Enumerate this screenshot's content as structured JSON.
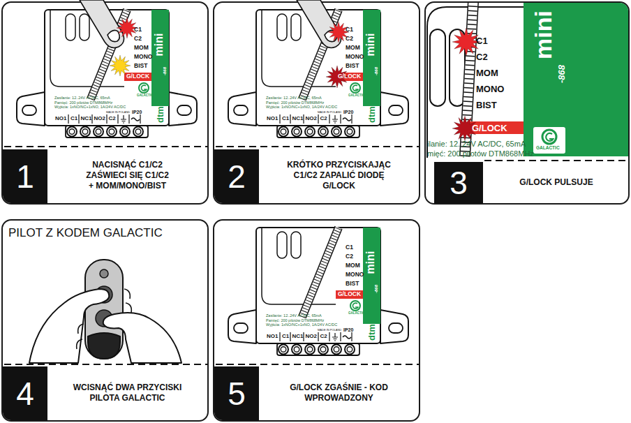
{
  "diagram": {
    "nodes": [
      {
        "text": [
          "NACISNĄĆ C1/C2 ZAŚWIECI SIĘ C1/C2 + MOM/MONO/BIST"
        ]
      },
      {
        "text": [
          "1"
        ],
        "in": 0
      },
      {
        "text": [
          "KRÓTKO PRZYCISKAJĄC C1/C2 ZAPALIĆ DIODĘ G/LOCK"
        ]
      },
      {
        "text": [
          "2"
        ],
        "in": 2
      },
      {
        "text": [
          "G/LOCK PULSUJE"
        ]
      },
      {
        "text": [
          "3"
        ],
        "in": 4
      },
      {
        "text": [
          "PILOT Z KODEM GALACTIC",
          "WCISNĄĆ DWA PRZYCISKI PILOTA GALACTIC"
        ]
      },
      {
        "text": [
          "4"
        ],
        "in": 6
      },
      {
        "text": [
          "G/LOCK ZGAŚNIE - KOD WPROWADZONY"
        ]
      },
      {
        "text": [
          "5"
        ],
        "in": 8
      }
    ],
    "labels": [
      "C1",
      "C2",
      "MOM",
      "MONO",
      "BIST",
      "G/LOCK",
      "mini",
      "-868",
      "GALACTIC",
      "Zasilanie: 12..24V AC/DC, 65mA",
      "Pamięć: 200 pilotów DTM868MHz",
      "Wyjścia: 1xNO/NC+1xNO, 1A/24V AC/DC",
      "MADE IN POLAND",
      "IP20",
      "NO1",
      "C1",
      "NC1",
      "NO2",
      "C2",
      "dtm",
      "C1",
      "C2",
      "MOM",
      "MONO",
      "BIST",
      "G/LOCK",
      "mini",
      "-868",
      "GALACTIC",
      "Zasilanie: 12..24V AC/DC, 65mA",
      "Pamięć: 200 pilotów DTM868MHz",
      "Wyjścia: 1xNO/NC+1xNO, 1A/24V AC/DC",
      "MADE IN POLAND",
      "IP20",
      "NO1",
      "C1",
      "NC1",
      "NO2",
      "C2",
      "dtm",
      "C1",
      "C2",
      "MOM",
      "MONO",
      "BIST",
      "G/LOCK",
      "mini",
      "-868",
      "GALACTIC",
      "ilanie: 12..24V AC/DC, 65mA",
      "mięć: 200 pilotów DTM868MHz",
      "C1",
      "C2",
      "MOM",
      "MONO",
      "BIST",
      "G/LOCK",
      "mini",
      "-868",
      "GALACTIC",
      "Zasilanie: 12..24V AC/DC, 65mA",
      "Pamięć: 200 pilotów DTM868MHz",
      "Wyjścia: 1xNO/NC+1xNO, 1A/24V AC/DC",
      "MADE IN POLAND",
      "IP20",
      "NO1",
      "C1",
      "NC1",
      "NO2",
      "C2",
      "dtm"
    ]
  }
}
